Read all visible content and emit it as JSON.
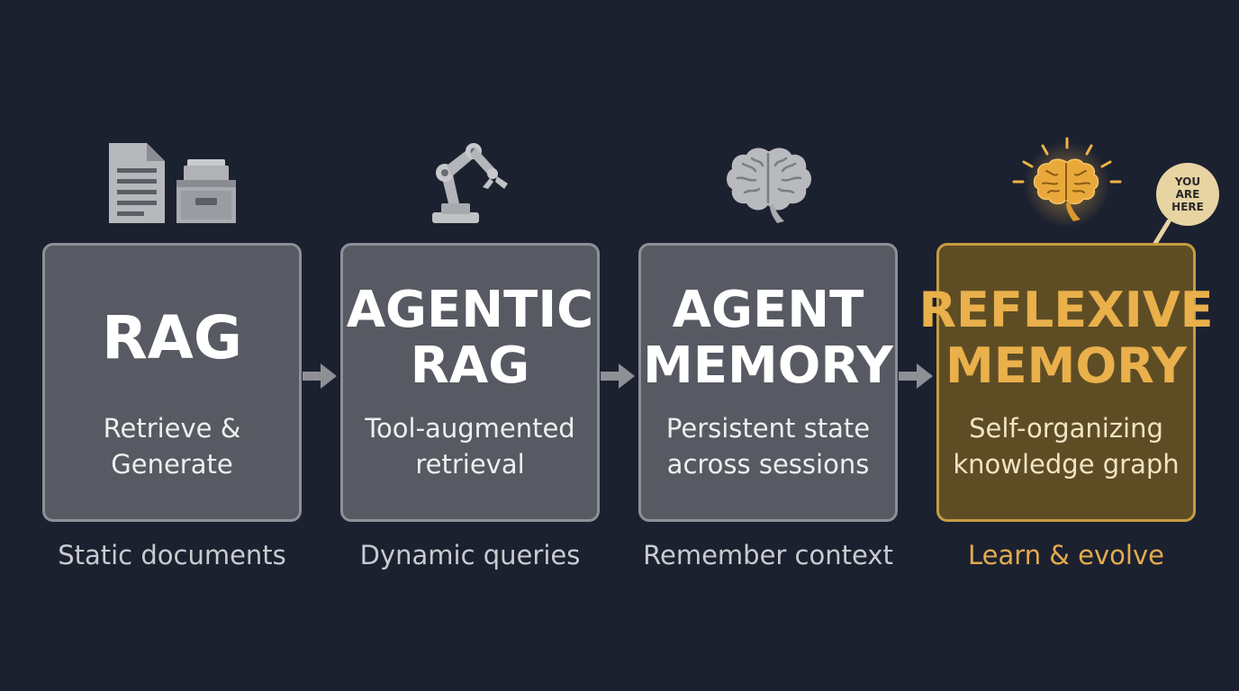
{
  "stages": [
    {
      "id": "rag",
      "title_lines": [
        "RAG"
      ],
      "description_lines": [
        "Retrieve &",
        "Generate"
      ],
      "caption": "Static documents",
      "icons": [
        "document-icon",
        "file-box-icon"
      ]
    },
    {
      "id": "agentic-rag",
      "title_lines": [
        "AGENTIC",
        "RAG"
      ],
      "description_lines": [
        "Tool-augmented",
        "retrieval"
      ],
      "caption": "Dynamic queries",
      "icons": [
        "robot-arm-icon"
      ]
    },
    {
      "id": "agent-memory",
      "title_lines": [
        "AGENT",
        "MEMORY"
      ],
      "description_lines": [
        "Persistent state",
        "across sessions"
      ],
      "caption": "Remember context",
      "icons": [
        "brain-icon"
      ]
    },
    {
      "id": "reflexive-memory",
      "title_lines": [
        "REFLEXIVE",
        "MEMORY"
      ],
      "description_lines": [
        "Self-organizing",
        "knowledge graph"
      ],
      "caption": "Learn & evolve",
      "icons": [
        "glowing-brain-icon"
      ]
    }
  ],
  "badge": {
    "lines": [
      "YOU",
      "ARE",
      "HERE"
    ]
  },
  "colors": {
    "background": "#1c2130",
    "card": "#575a62",
    "card_border": "#8d9097",
    "highlight_fill": "#5e4d24",
    "highlight_border": "#c79d42",
    "highlight_text": "#e9b04b",
    "caption": "#c9cbd0",
    "arrow": "#8e9096",
    "badge": "#e7d4a2"
  }
}
